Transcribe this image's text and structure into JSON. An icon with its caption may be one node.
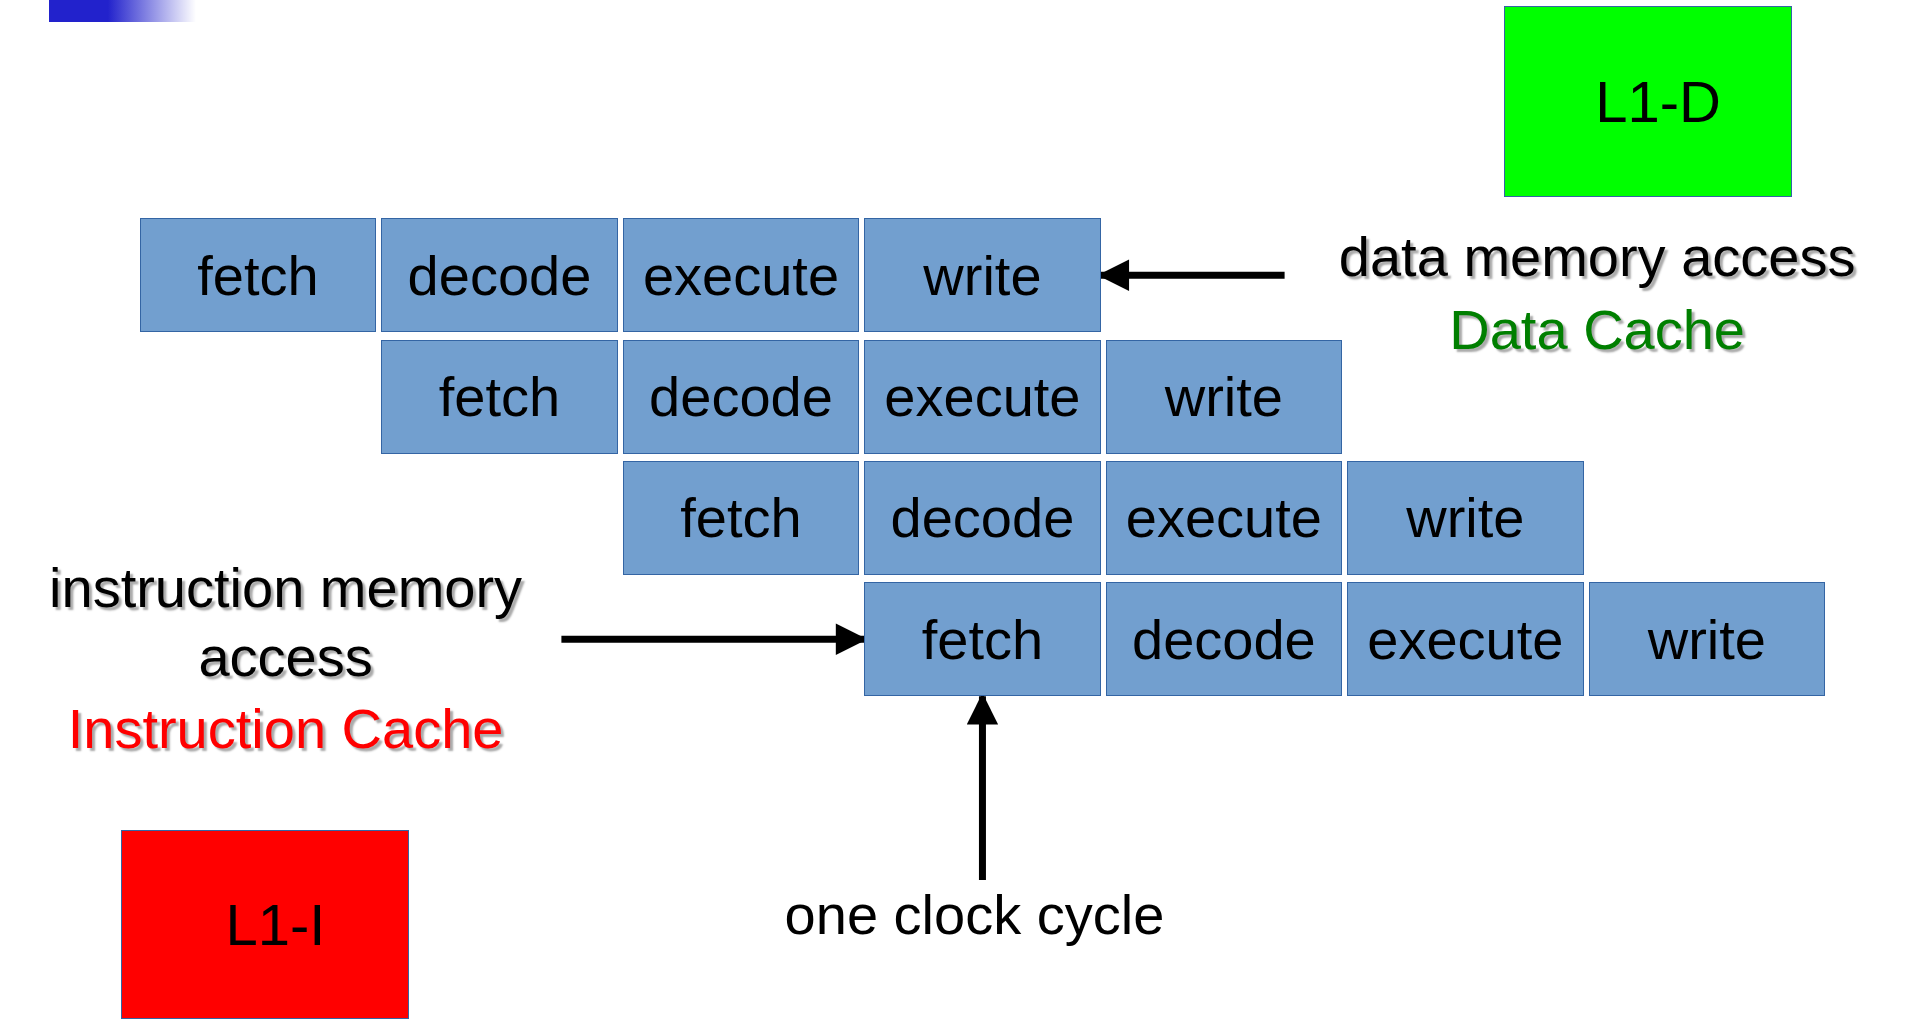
{
  "diagram": {
    "nodes": [
      {
        "text": [
          "L1-D"
        ]
      },
      {
        "text": [
          "fetch"
        ]
      },
      {
        "text": [
          "decode"
        ]
      },
      {
        "text": [
          "execute"
        ]
      },
      {
        "text": [
          "write"
        ]
      },
      {
        "text": [
          "data memory access",
          "Data Cache"
        ]
      },
      {
        "text": [
          "fetch"
        ]
      },
      {
        "text": [
          "decode"
        ]
      },
      {
        "text": [
          "execute"
        ]
      },
      {
        "text": [
          "write"
        ]
      },
      {
        "text": [
          "fetch"
        ]
      },
      {
        "text": [
          "decode"
        ]
      },
      {
        "text": [
          "execute"
        ]
      },
      {
        "text": [
          "write"
        ]
      },
      {
        "text": [
          "instruction memory access",
          "Instruction Cache"
        ]
      },
      {
        "text": [
          "fetch"
        ]
      },
      {
        "text": [
          "decode"
        ]
      },
      {
        "text": [
          "execute"
        ]
      },
      {
        "text": [
          "write"
        ]
      },
      {
        "text": [
          "L1-I"
        ]
      },
      {
        "text": [
          "one clock cycle"
        ]
      }
    ],
    "edges": [
      {
        "from": 5,
        "to": 4,
        "arrow": "to"
      },
      {
        "from": 14,
        "to": 15,
        "arrow": "to"
      },
      {
        "from": 20,
        "to": 15,
        "arrow": "to"
      }
    ]
  }
}
